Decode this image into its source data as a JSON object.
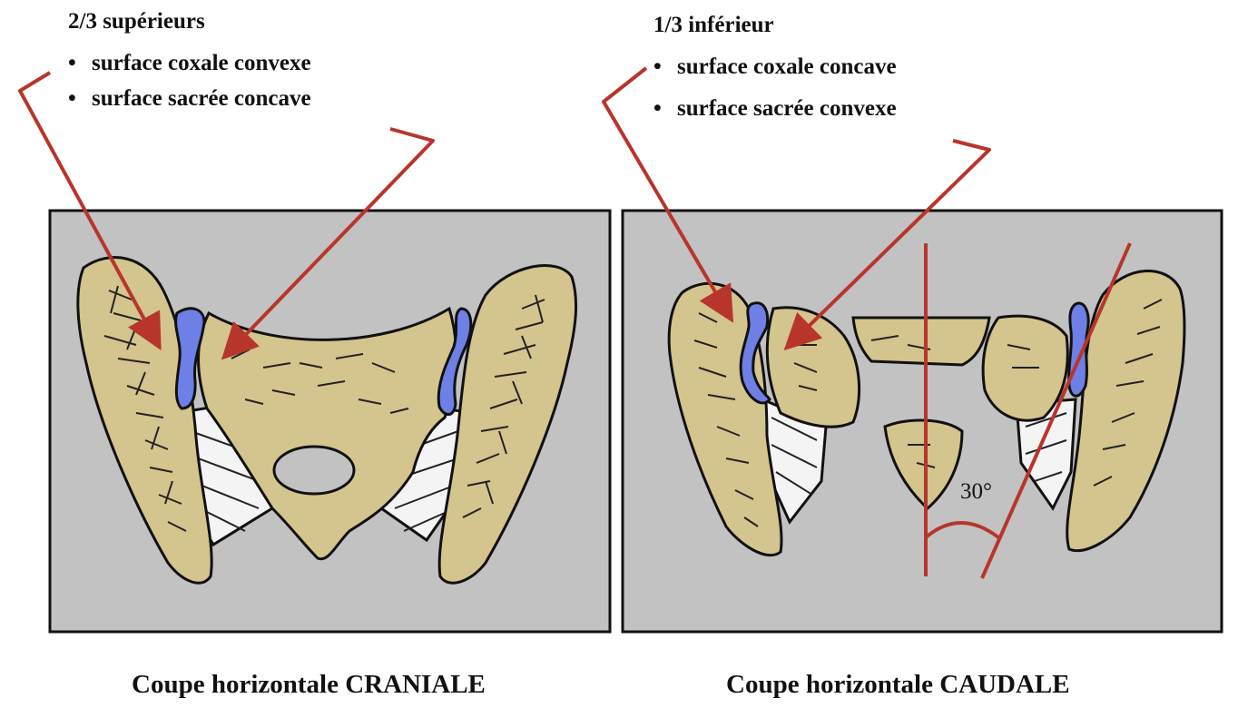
{
  "upper": {
    "heading": "2/3 supérieurs",
    "bullets": [
      "surface coxale convexe",
      "surface sacrée concave"
    ]
  },
  "lower": {
    "heading": "1/3 inférieur",
    "bullets": [
      "surface coxale concave",
      "surface sacrée convexe"
    ]
  },
  "panels": {
    "left_caption": "Coupe horizontale CRANIALE",
    "right_caption": "Coupe horizontale CAUDALE",
    "angle_label": "30°"
  },
  "colors": {
    "panel_bg": "#c2c2c2",
    "bone": "#d4c48e",
    "cartilage": "#6e7fe6",
    "arrow": "#b8352b"
  }
}
